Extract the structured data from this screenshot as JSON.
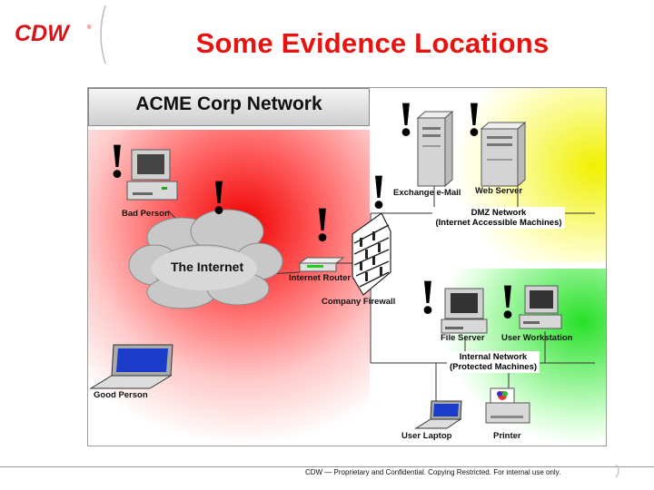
{
  "brand": {
    "logo_text": "CDW"
  },
  "header": {
    "title": "Some Evidence Locations"
  },
  "diagram": {
    "banner": "ACME Corp Network",
    "labels": {
      "bad_person": "Bad Person",
      "internet": "The Internet",
      "good_person": "Good Person",
      "internet_router": "Internet Router",
      "company_firewall": "Company Firewall",
      "exchange": "Exchange e-Mail",
      "web_server": "Web Server",
      "dmz_line1": "DMZ Network",
      "dmz_line2": "(Internet Accessible Machines)",
      "file_server": "File Server",
      "user_workstation": "User Workstation",
      "internal_line1": "Internal Network",
      "internal_line2": "(Protected Machines)",
      "user_laptop": "User Laptop",
      "printer": "Printer"
    },
    "marker": "!",
    "colors": {
      "red_zone": "#f00000",
      "yellow_zone": "#f0f000",
      "green_zone": "#28e028",
      "title": "#e8120f"
    }
  },
  "footer": {
    "text": "CDW — Proprietary and Confidential. Copying Restricted. For internal use only."
  }
}
